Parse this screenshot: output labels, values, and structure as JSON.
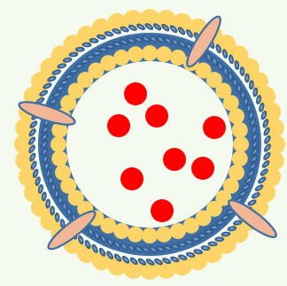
{
  "diagram": {
    "type": "vesicle",
    "colors": {
      "background": "#f4faee",
      "headgroup": "#fcd467",
      "tail": "#3f6fa3",
      "tail_outline": "#2d5283",
      "lumen": "#f4faee",
      "cargo": "#ff0000",
      "protein": "#f0b695",
      "protein_outline": "#3f6fa3"
    },
    "cargo_particles": [
      {
        "name": "cargo-1"
      },
      {
        "name": "cargo-2"
      },
      {
        "name": "cargo-3"
      },
      {
        "name": "cargo-4"
      },
      {
        "name": "cargo-5"
      },
      {
        "name": "cargo-6"
      },
      {
        "name": "cargo-7"
      },
      {
        "name": "cargo-8"
      }
    ],
    "membrane_proteins": [
      {
        "name": "protein-top-right"
      },
      {
        "name": "protein-left"
      },
      {
        "name": "protein-bottom-left"
      },
      {
        "name": "protein-bottom-right"
      }
    ]
  }
}
